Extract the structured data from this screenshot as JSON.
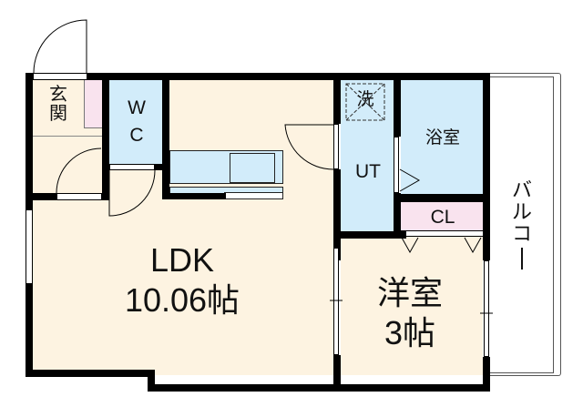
{
  "floorplan": {
    "rooms": {
      "genkan": {
        "label_line1": "玄",
        "label_line2": "関"
      },
      "wc": {
        "label_line1": "W",
        "label_line2": "C"
      },
      "ldk": {
        "label_line1": "LDK",
        "label_line2": "10.06帖"
      },
      "ut": {
        "label": "UT",
        "washer_label": "洗"
      },
      "bathroom": {
        "label": "浴室"
      },
      "closet": {
        "label": "CL"
      },
      "western_room": {
        "label_line1": "洋室",
        "label_line2": "3帖"
      },
      "balcony": {
        "label_chars": [
          "バ",
          "ル",
          "コ",
          "ー"
        ]
      }
    },
    "colors": {
      "floor": "#fdf3e1",
      "wet_area": "#d2ecfa",
      "storage": "#f9e3ee",
      "wall": "#000000"
    }
  }
}
